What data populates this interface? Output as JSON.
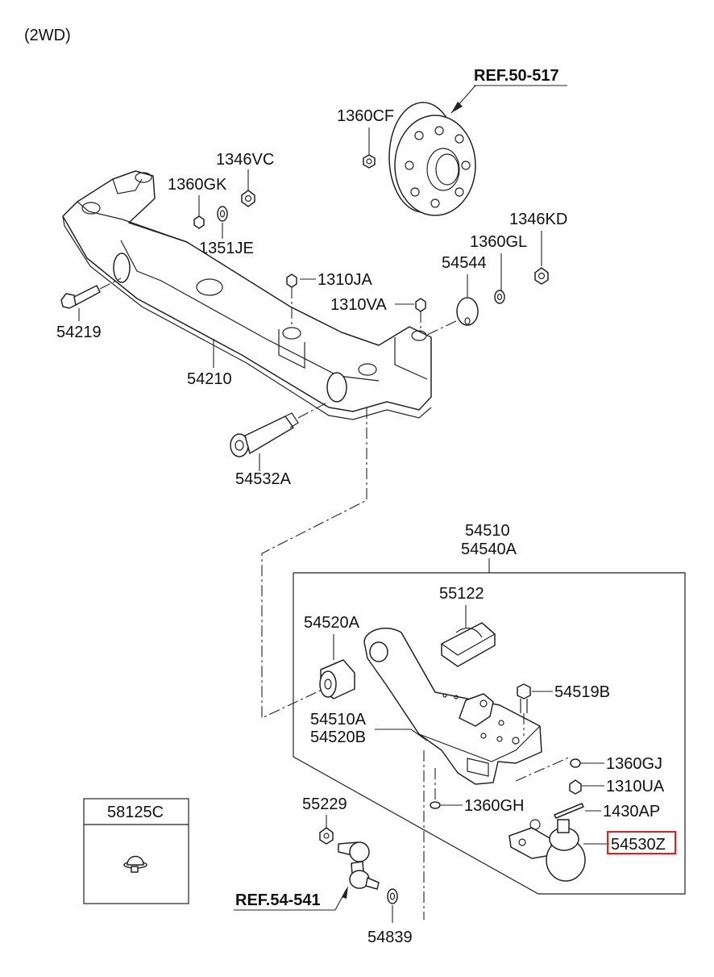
{
  "variant": "(2WD)",
  "references": {
    "hub": "REF.50-517",
    "stabilizer": "REF.54-541"
  },
  "parts": {
    "p1360CF": "1360CF",
    "p1346VC": "1346VC",
    "p1360GK": "1360GK",
    "p1351JE": "1351JE",
    "p1346KD": "1346KD",
    "p1360GL": "1360GL",
    "p54544": "54544",
    "p1310JA": "1310JA",
    "p1310VA": "1310VA",
    "p54219": "54219",
    "p54210": "54210",
    "p54532A": "54532A",
    "p54510": "54510",
    "p54540A": "54540A",
    "p55122": "55122",
    "p54520A": "54520A",
    "p54519B": "54519B",
    "p54510A": "54510A",
    "p54520B": "54520B",
    "p1360GJ": "1360GJ",
    "p1310UA": "1310UA",
    "p55229": "55229",
    "p1360GH": "1360GH",
    "p1430AP": "1430AP",
    "p54530Z": "54530Z",
    "p58125C": "58125C",
    "p54839": "54839"
  },
  "colors": {
    "line": "#222222",
    "highlight": "#e0201a",
    "background": "#ffffff"
  }
}
